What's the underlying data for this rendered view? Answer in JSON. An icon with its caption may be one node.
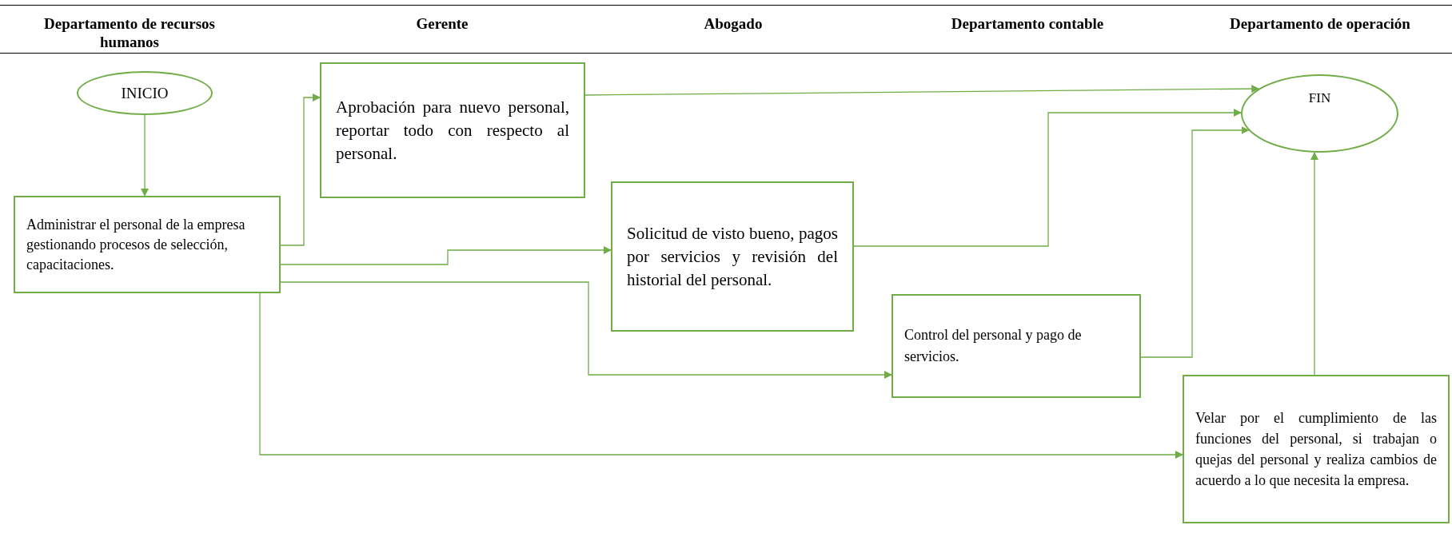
{
  "diagram": {
    "nodes": [
      {
        "text": [
          "INICIO"
        ]
      },
      {
        "text": [
          "Administrar el personal de la empresa gestionando procesos de selección, capacitaciones."
        ]
      },
      {
        "text": [
          "Aprobación para nuevo personal, reportar todo con respecto al personal."
        ]
      },
      {
        "text": [
          "Solicitud de visto bueno, pagos por servicios y revisión del historial del personal."
        ]
      },
      {
        "text": [
          "Control del personal y pago de servicios."
        ]
      },
      {
        "text": [
          "Velar por el cumplimiento de las funciones del personal, si trabajan o quejas del personal y realiza cambios de acuerdo a lo que necesita la empresa."
        ]
      },
      {
        "text": [
          "FIN"
        ]
      }
    ],
    "edges": [
      {
        "from": 0,
        "to": 1,
        "arrow": "to"
      },
      {
        "from": 1,
        "to": 2,
        "arrow": "to"
      },
      {
        "from": 1,
        "to": 3,
        "arrow": "to"
      },
      {
        "from": 1,
        "to": 4,
        "arrow": "to"
      },
      {
        "from": 1,
        "to": 5,
        "arrow": "to"
      },
      {
        "from": 2,
        "to": 6,
        "arrow": "to"
      },
      {
        "from": 3,
        "to": 6,
        "arrow": "to"
      },
      {
        "from": 4,
        "to": 6,
        "arrow": "to"
      },
      {
        "from": 5,
        "to": 6,
        "arrow": "to"
      }
    ],
    "labels": [
      "Departamento de recursos humanos",
      "Gerente",
      "Abogado",
      "Departamento contable",
      "Departamento de operación"
    ]
  }
}
